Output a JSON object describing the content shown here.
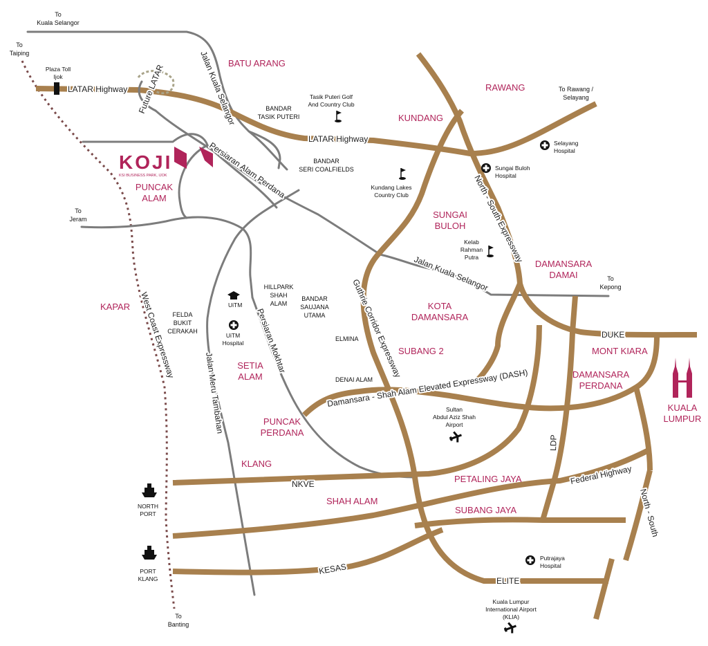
{
  "logo": {
    "wordmark": "KOJI",
    "tagline": "KSI BUSINESS PARK, IJOK"
  },
  "colors": {
    "area_label": "#b0245a",
    "highway": "#a8804e",
    "local_road": "#7c7c7c",
    "rail": "#7a4a4a",
    "brand": "#b0245a"
  },
  "destinations": {
    "kuala_selangor": [
      "To",
      "Kuala Selangor"
    ],
    "taiping": [
      "To",
      "Taiping"
    ],
    "rawang_selayang": [
      "To Rawang /",
      "Selayang"
    ],
    "jeram": [
      "To",
      "Jeram"
    ],
    "kepong": [
      "To",
      "Kepong"
    ],
    "banting": [
      "To",
      "Banting"
    ]
  },
  "areas": {
    "batu_arang": "BATU ARANG",
    "rawang": "RAWANG",
    "kundang": "KUNDANG",
    "puncak_alam": [
      "PUNCAK",
      "ALAM"
    ],
    "sungai_buloh": [
      "SUNGAI",
      "BULOH"
    ],
    "damansara_damai": [
      "DAMANSARA",
      "DAMAI"
    ],
    "kapar": "KAPAR",
    "kota_damansara": [
      "KOTA",
      "DAMANSARA"
    ],
    "subang_2": "SUBANG 2",
    "mont_kiara": "MONT KIARA",
    "setia_alam": [
      "SETIA",
      "ALAM"
    ],
    "damansara_perdana": [
      "DAMANSARA",
      "PERDANA"
    ],
    "kuala_lumpur": [
      "KUALA",
      "LUMPUR"
    ],
    "puncak_perdana": [
      "PUNCAK",
      "PERDANA"
    ],
    "klang": "KLANG",
    "petaling_jaya": "PETALING JAYA",
    "shah_alam": "SHAH ALAM",
    "subang_jaya": "SUBANG JAYA"
  },
  "places": {
    "bandar_tasik_puteri": [
      "BANDAR",
      "TASIK PUTERI"
    ],
    "bandar_seri_coalfields": [
      "BANDAR",
      "SERI COALFIELDS"
    ],
    "hillpark_shah_alam": [
      "HILLPARK",
      "SHAH",
      "ALAM"
    ],
    "bandar_saujana_utama": [
      "BANDAR",
      "SAUJANA",
      "UTAMA"
    ],
    "felda_bukit_cerakah": [
      "FELDA",
      "BUKIT",
      "CERAKAH"
    ],
    "elmina": "ELMINA",
    "denai_alam": "DENAI ALAM"
  },
  "pois": {
    "plaza_toll": [
      "Plaza Toll",
      "Ijok"
    ],
    "tasik_puteri_golf": [
      "Tasik Puteri Golf",
      "And Country Club"
    ],
    "kundang_lakes": [
      "Kundang Lakes",
      "Country Club"
    ],
    "selayang_hospital": [
      "Selayang",
      "Hospital"
    ],
    "sungai_buloh_hospital": [
      "Sungai Buloh",
      "Hospital"
    ],
    "kelab_rahman_putra": [
      "Kelab",
      "Rahman",
      "Putra"
    ],
    "uitm": "UiTM",
    "uitm_hospital": [
      "UiTM",
      "Hospital"
    ],
    "sultan_airport": [
      "Sultan",
      "Abdul Aziz Shah",
      "Airport"
    ],
    "putrajaya_hospital": [
      "Putrajaya",
      "Hospital"
    ],
    "klia": [
      "Kuala Lumpur",
      "International Airport",
      "(KLIA)"
    ],
    "north_port": [
      "NORTH",
      "PORT"
    ],
    "port_klang": [
      "PORT",
      "KLANG"
    ]
  },
  "roads": {
    "latar_highway": "LATAR Highway",
    "latar_highway_2": "LATAR Highway",
    "future_latar": "Future LATAR",
    "jalan_kuala_selangor": "Jalan Kuala Selangor",
    "jalan_kuala_selangor_2": "Jalan Kuala Selangor",
    "persiaran_alam_perdana": "Persiaran Alam Perdana",
    "north_south_expressway": "North - South Expressway",
    "guthrie": "Guthrie Corridor Expressway",
    "west_coast": "West Coast Expressway",
    "persiaran_mokhtar": "Persiaran Mokhtar",
    "jalan_meru_tambahan": "Jalan Meru Tambahan",
    "dash": "Damansara - Shah Alam Elevated Expressway (DASH)",
    "duke": "DUKE",
    "ldp": "LDP",
    "nkve": "NKVE",
    "federal_highway": "Federal Highway",
    "north_south": "North - South",
    "kesas": "KESAS",
    "elite": "ELITE"
  }
}
